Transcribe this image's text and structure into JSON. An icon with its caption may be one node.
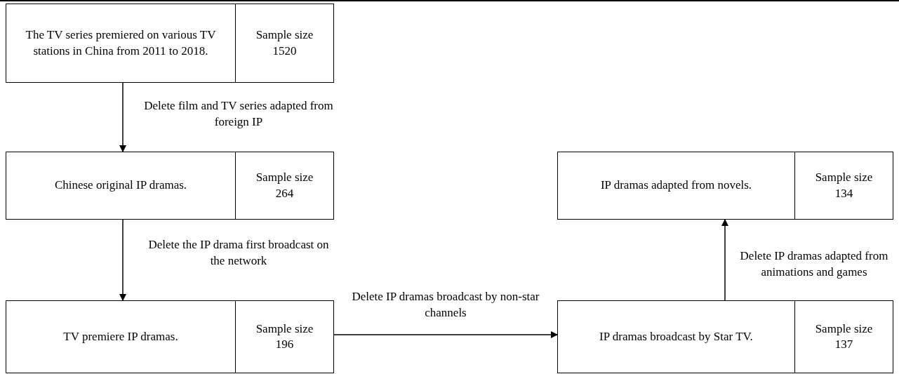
{
  "diagram": {
    "nodes": [
      {
        "text": [
          "The TV series premiered on various TV stations in China from 2011 to 2018.",
          "Sample size 1520"
        ]
      },
      {
        "text": [
          "Chinese original IP dramas.",
          "Sample size 264"
        ]
      },
      {
        "text": [
          "IP dramas adapted from novels.",
          "Sample size 134"
        ]
      },
      {
        "text": [
          "TV premiere IP dramas.",
          "Sample size 196"
        ]
      },
      {
        "text": [
          "IP dramas broadcast by Star TV.",
          "Sample size 137"
        ]
      }
    ],
    "edges": [
      {
        "from": 0,
        "to": 1,
        "arrow": "to",
        "label": "Delete film and TV series adapted from foreign IP"
      },
      {
        "from": 1,
        "to": 3,
        "arrow": "to",
        "label": "Delete the IP drama first broadcast on the network"
      },
      {
        "from": 3,
        "to": 4,
        "arrow": "to",
        "label": "Delete IP dramas broadcast by non-star channels"
      },
      {
        "from": 4,
        "to": 2,
        "arrow": "to",
        "label": "Delete IP dramas adapted from animations and games"
      }
    ]
  }
}
